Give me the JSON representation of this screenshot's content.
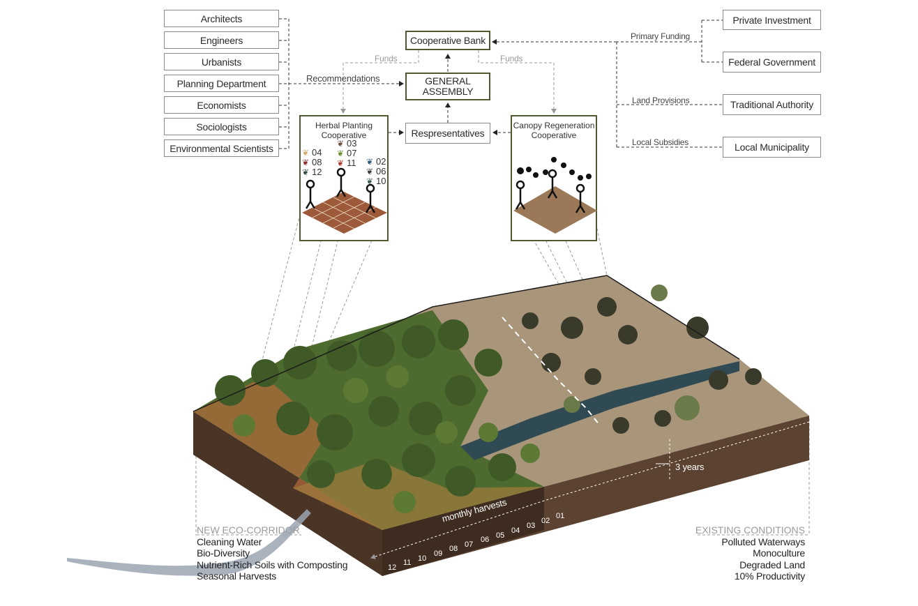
{
  "professionals": [
    "Architects",
    "Engineers",
    "Urbanists",
    "Planning Department",
    "Economists",
    "Sociologists",
    "Environmental Scientists"
  ],
  "funders": [
    "Private Investment",
    "Federal Government",
    "Traditional Authority",
    "Local Municipality"
  ],
  "center": {
    "bank": "Cooperative Bank",
    "assembly_line1": "GENERAL",
    "assembly_line2": "ASSEMBLY",
    "representatives": "Respresentatives",
    "funds_left": "Funds",
    "funds_right": "Funds",
    "recommendations": "Recommendations"
  },
  "links": {
    "primary_funding": "Primary Funding",
    "land_provisions": "Land Provisions",
    "local_subsidies": "Local Subsidies"
  },
  "herbal": {
    "title_line1": "Herbal Planting",
    "title_line2": "Cooperative",
    "col1": [
      "04",
      "08",
      "12"
    ],
    "col2": [
      "03",
      "07",
      "11"
    ],
    "col3": [
      "02",
      "06",
      "10"
    ]
  },
  "canopy": {
    "title_line1": "Canopy Regeneration",
    "title_line2": "Cooperative"
  },
  "timeline": {
    "monthly_label": "monthly harvests",
    "years_label": "3 years",
    "months": [
      "12",
      "11",
      "10",
      "09",
      "08",
      "07",
      "06",
      "05",
      "04",
      "03",
      "02",
      "01"
    ]
  },
  "new_corridor": {
    "heading": "NEW ECO-CORRIDOR",
    "items": [
      "Cleaning Water",
      "Bio-Diversity",
      "Nutrient-Rich Soils with Composting",
      "Seasonal Harvests"
    ]
  },
  "existing": {
    "heading": "EXISTING CONDITIONS",
    "items": [
      "Polluted Waterways",
      "Monoculture",
      "Degraded Land",
      "10% Productivity"
    ]
  },
  "colors": {
    "accent_border": "#4d5a2d",
    "soil": "#5a4030",
    "water": "#2f4a52",
    "vegetation": "#4d6b2e",
    "degraded": "#a8957a"
  }
}
